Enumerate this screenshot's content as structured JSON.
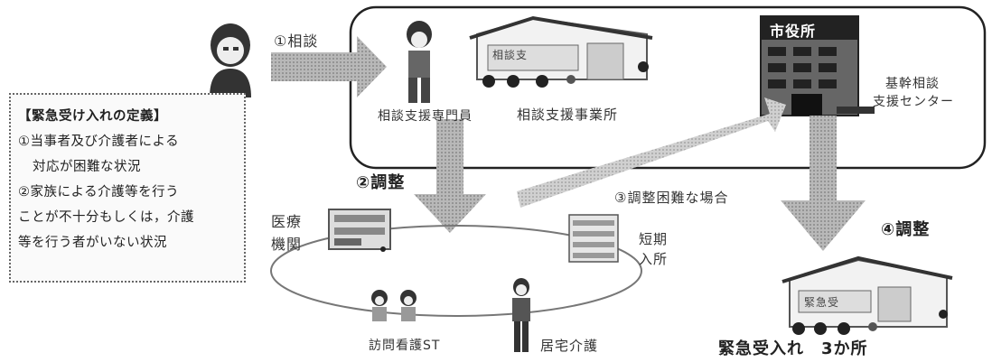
{
  "labels": {
    "consult": "①相談",
    "consultation_specialist": "相談支援専門員",
    "consultation_office": "相談支援事業所",
    "city_hall": "市役所",
    "core_center_line1": "基幹相談",
    "core_center_line2": "支援センター",
    "adjust_2": "②調整",
    "adjust_3": "③調整困難な場合",
    "adjust_4": "④調整",
    "medical_line1": "医療",
    "medical_line2": "機関",
    "shortstay_line1": "短期",
    "shortstay_line2": "入所",
    "visiting_nursing": "訪問看護ST",
    "home_care": "居宅介護",
    "emergency": "緊急受入れ　3か所"
  },
  "definition": {
    "title": "【緊急受け入れの定義】",
    "item1_line1": "①当事者及び介護者による",
    "item1_line2": "対応が困難な状況",
    "item2_line1": "②家族による介護等を行う",
    "item2_line2": "ことが不十分もしくは，介護",
    "item2_line3": "等を行う者がいない状況"
  },
  "signs": {
    "office_sign": "相談支",
    "city_hall_sign": "市役所",
    "facility_sign": "緊急受"
  }
}
